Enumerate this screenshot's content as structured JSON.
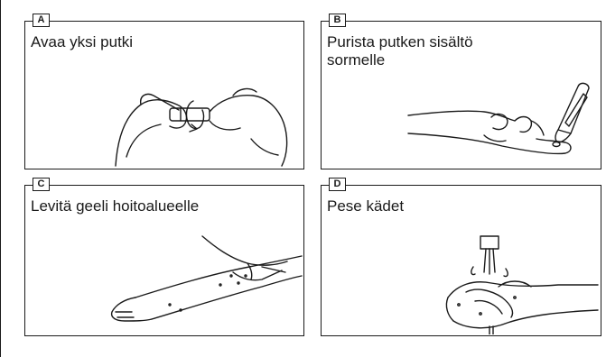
{
  "panels": [
    {
      "id": "A",
      "caption": "Avaa yksi putki"
    },
    {
      "id": "B",
      "caption": "Purista putken sisältö\nsormelle"
    },
    {
      "id": "C",
      "caption": "Levitä geeli hoitoalueelle"
    },
    {
      "id": "D",
      "caption": "Pese kädet"
    }
  ]
}
